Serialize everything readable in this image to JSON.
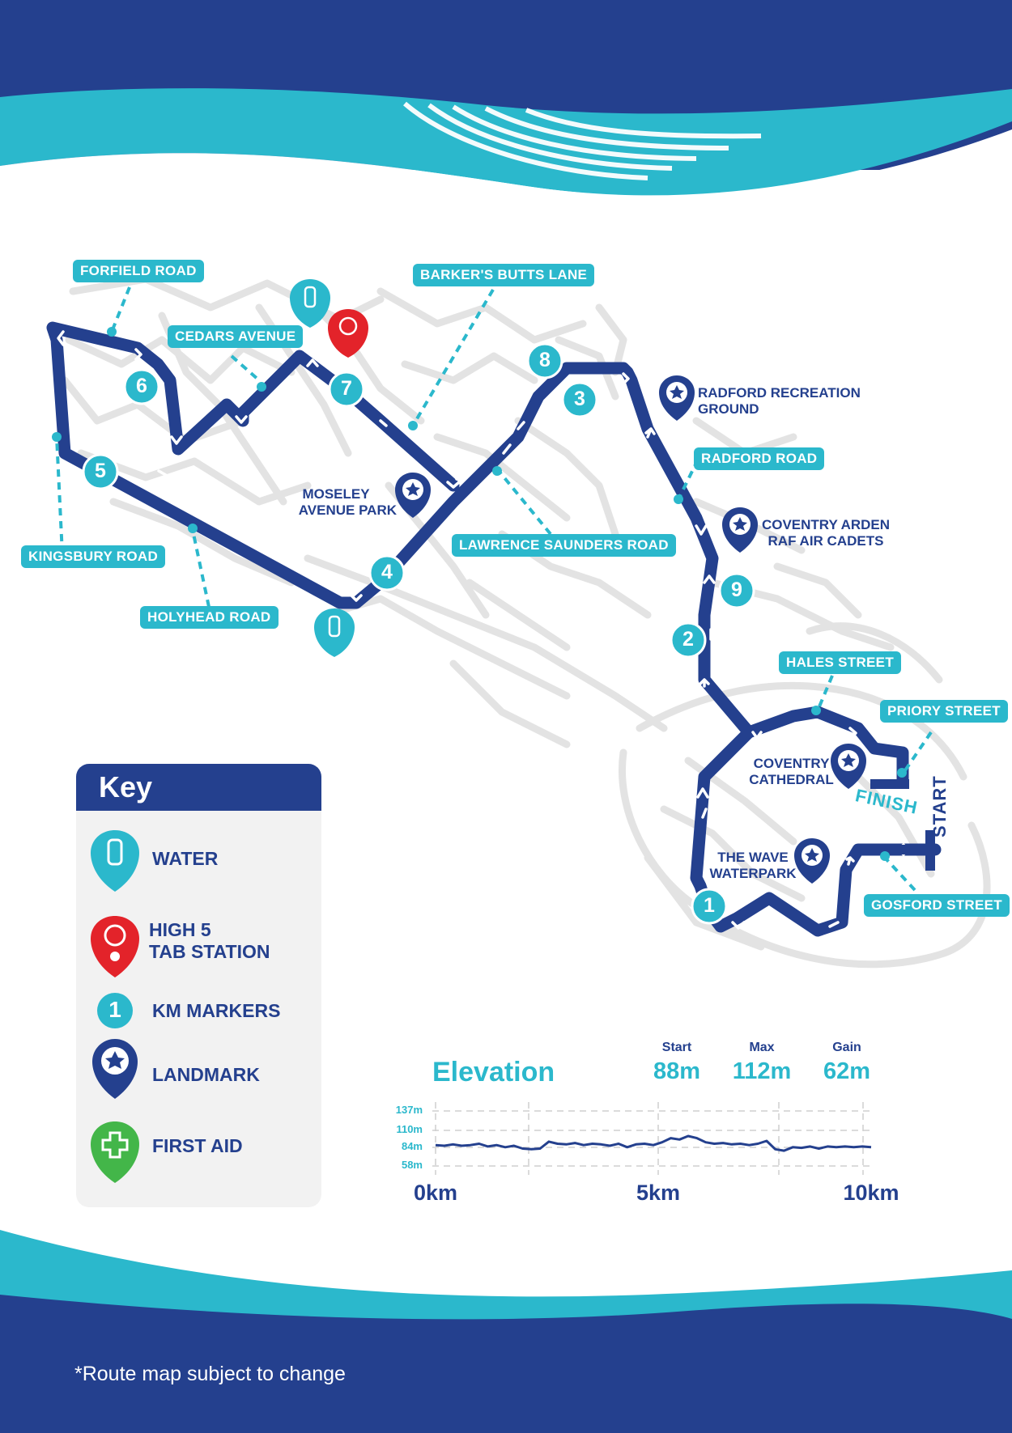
{
  "colors": {
    "navy": "#24408e",
    "teal": "#2bb8cc",
    "red": "#e3232a",
    "green": "#43b649",
    "road": "#e3e3e3",
    "key_bg": "#f2f2f2"
  },
  "roads": {
    "forfield": "FORFIELD ROAD",
    "cedars": "CEDARS AVENUE",
    "barkers": "BARKER'S BUTTS LANE",
    "kingsbury": "KINGSBURY ROAD",
    "holyhead": "HOLYHEAD ROAD",
    "lawrence": "LAWRENCE SAUNDERS ROAD",
    "radford_road": "RADFORD ROAD",
    "hales": "HALES STREET",
    "priory": "PRIORY STREET",
    "gosford": "GOSFORD STREET"
  },
  "landmarks": {
    "radford_rec": [
      "RADFORD RECREATION",
      "GROUND"
    ],
    "moseley": [
      "MOSELEY",
      "AVENUE PARK"
    ],
    "arden": [
      "COVENTRY ARDEN",
      "RAF AIR CADETS"
    ],
    "cathedral": [
      "COVENTRY",
      "CATHEDRAL"
    ],
    "wave": [
      "THE WAVE",
      "WATERPARK"
    ]
  },
  "markers": [
    "1",
    "2",
    "3",
    "4",
    "5",
    "6",
    "7",
    "8",
    "9"
  ],
  "route_labels": {
    "start": "START",
    "finish": "FINISH"
  },
  "key": {
    "title": "Key",
    "water": "WATER",
    "high5": [
      "HIGH 5",
      "TAB STATION"
    ],
    "km": "KM MARKERS",
    "km_sample": "1",
    "landmark": "LANDMARK",
    "first_aid": "FIRST AID"
  },
  "elevation": {
    "title": "Elevation",
    "stats": [
      {
        "label": "Start",
        "value": "88m"
      },
      {
        "label": "Max",
        "value": "112m"
      },
      {
        "label": "Gain",
        "value": "62m"
      }
    ],
    "y_ticks": [
      "137m",
      "110m",
      "84m",
      "58m"
    ],
    "x_ticks": [
      "0km",
      "5km",
      "10km"
    ]
  },
  "chart_data": {
    "type": "line",
    "title": "Elevation",
    "xlabel": "",
    "ylabel": "",
    "x_unit": "km",
    "y_unit": "m",
    "xlim": [
      0,
      10
    ],
    "ylim": [
      58,
      137
    ],
    "y_ticks": [
      58,
      84,
      110,
      137
    ],
    "x_ticks": [
      0,
      5,
      10
    ],
    "grid": true,
    "series": [
      {
        "x": [
          0,
          0.2,
          0.4,
          0.6,
          0.8,
          1.0,
          1.2,
          1.4,
          1.6,
          1.8,
          2.0,
          2.2,
          2.4,
          2.6,
          2.8,
          3.0,
          3.2,
          3.4,
          3.6,
          3.8,
          4.0,
          4.2,
          4.4,
          4.6,
          4.8,
          5.0,
          5.2,
          5.4,
          5.6,
          5.8,
          6.0,
          6.2,
          6.4,
          6.6,
          6.8,
          7.0,
          7.2,
          7.4,
          7.6,
          7.8,
          8.0,
          8.2,
          8.4,
          8.6,
          8.8,
          9.0,
          9.2,
          9.4,
          9.6,
          9.8,
          10.0
        ],
        "y": [
          88,
          87,
          89,
          87,
          88,
          90,
          86,
          88,
          85,
          87,
          83,
          82,
          83,
          93,
          90,
          89,
          91,
          88,
          90,
          89,
          87,
          90,
          85,
          89,
          90,
          88,
          92,
          98,
          96,
          101,
          98,
          92,
          90,
          91,
          89,
          90,
          88,
          90,
          94,
          82,
          80,
          85,
          84,
          86,
          83,
          86,
          85,
          86,
          85,
          86,
          85
        ]
      }
    ]
  },
  "footnote": "*Route map subject to change"
}
